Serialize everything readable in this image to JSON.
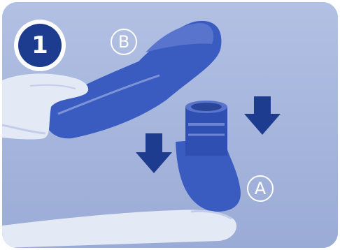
{
  "step": {
    "number": "1"
  },
  "labels": {
    "part_a": "A",
    "part_b": "B"
  },
  "colors": {
    "tint": "#a7b6dd",
    "dark_blue": "#1e3c8f",
    "part_blue": "#3a5bbf",
    "white": "#ffffff"
  },
  "icons": [
    "down-arrow-icon",
    "down-arrow-icon"
  ]
}
